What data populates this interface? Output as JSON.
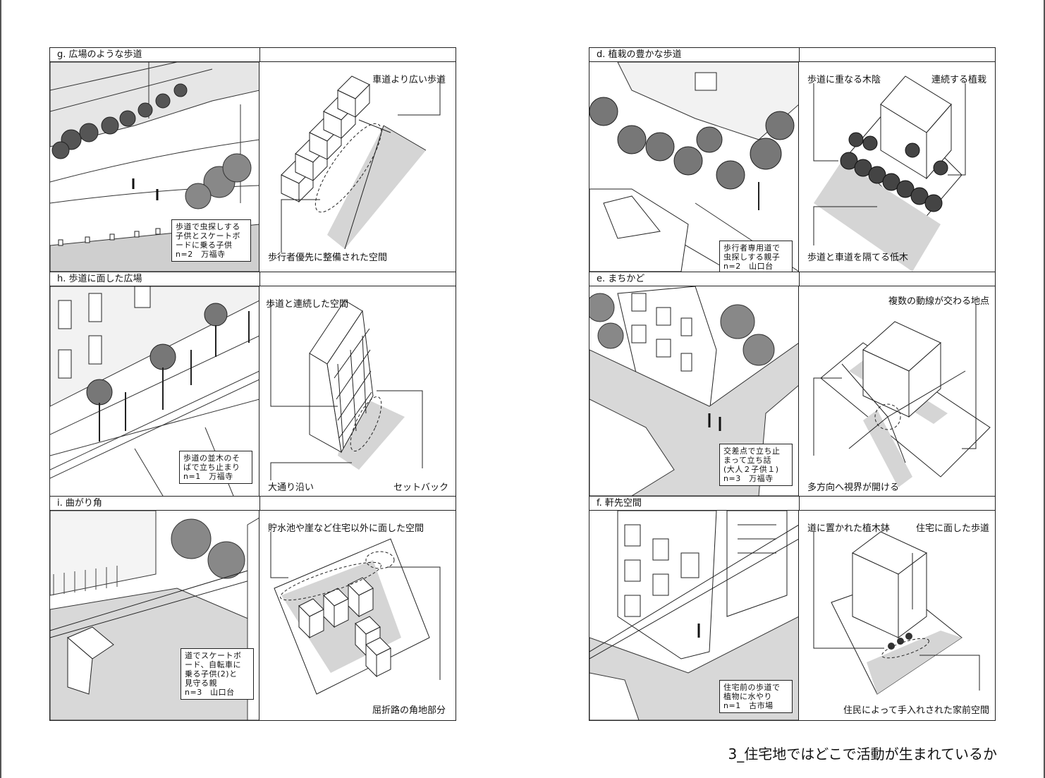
{
  "page_caption": "3_住宅地ではどこで活動が生まれているか",
  "left_sections": [
    {
      "heading": "g. 広場のような歩道",
      "caption": "歩道で虫探しする\n子供とスケートボ\nードに乗る子供\nn=2　万福寺",
      "labels": [
        "車道より広い歩道",
        "歩行者優先に整備された空間"
      ]
    },
    {
      "heading": "h. 歩道に面した広場",
      "caption": "歩道の並木のそ\nばで立ち止まり\nn=1　万福寺",
      "labels": [
        "歩道と連続した空間",
        "大通り沿い",
        "セットバック"
      ]
    },
    {
      "heading": "i. 曲がり角",
      "caption": "道でスケートボ\nード、自転車に\n乗る子供(2)と\n見守る親\nn=3　山口台",
      "labels": [
        "貯水池や崖など住宅以外に面した空間",
        "屈折路の角地部分"
      ]
    }
  ],
  "right_sections": [
    {
      "heading": "d. 植栽の豊かな歩道",
      "caption": "歩行者専用道で\n虫探しする親子\nn=2　山口台",
      "labels": [
        "歩道に重なる木陰",
        "連続する植栽",
        "歩道と車道を隔てる低木"
      ]
    },
    {
      "heading": "e. まちかど",
      "caption": "交差点で立ち止\nまって立ち話\n(大人２子供１)\nn=3　万福寺",
      "labels": [
        "複数の動線が交わる地点",
        "多方向へ視界が開ける"
      ]
    },
    {
      "heading": "f. 軒先空間",
      "caption": "住宅前の歩道で\n植物に水やり\nn=1　古市場",
      "labels": [
        "道に置かれた植木鉢",
        "住宅に面した歩道",
        "住民によって手入れされた家前空間"
      ]
    }
  ]
}
